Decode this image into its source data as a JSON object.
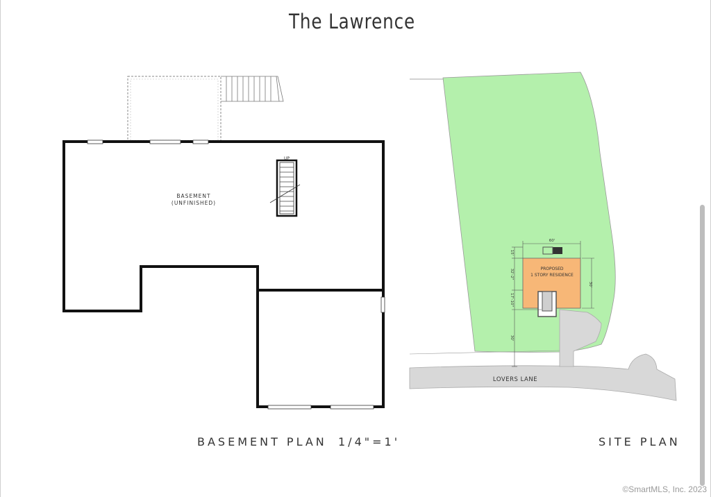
{
  "title": "The Lawrence",
  "basement": {
    "label": "BASEMENT",
    "sublabel": "(UNFINISHED)",
    "stair_label": "UP",
    "caption": "BASEMENT PLAN",
    "scale": "1/4\"=1'"
  },
  "site": {
    "caption": "SITE PLAN",
    "road_label": "LOVERS LANE",
    "house_label_line1": "PROPOSED",
    "house_label_line2": "1 STORY RESIDENCE",
    "dim_width": "60'",
    "dim_depth": "30'",
    "dim_rear": "15'",
    "dim_left_1": "32'-2\"",
    "dim_left_2": "17'-10\"",
    "dim_front": "30'"
  },
  "colors": {
    "lot": "#b4f0ac",
    "house": "#f7b777",
    "road": "#d8d8d8"
  },
  "copyright": "©SmartMLS, Inc. 2023"
}
